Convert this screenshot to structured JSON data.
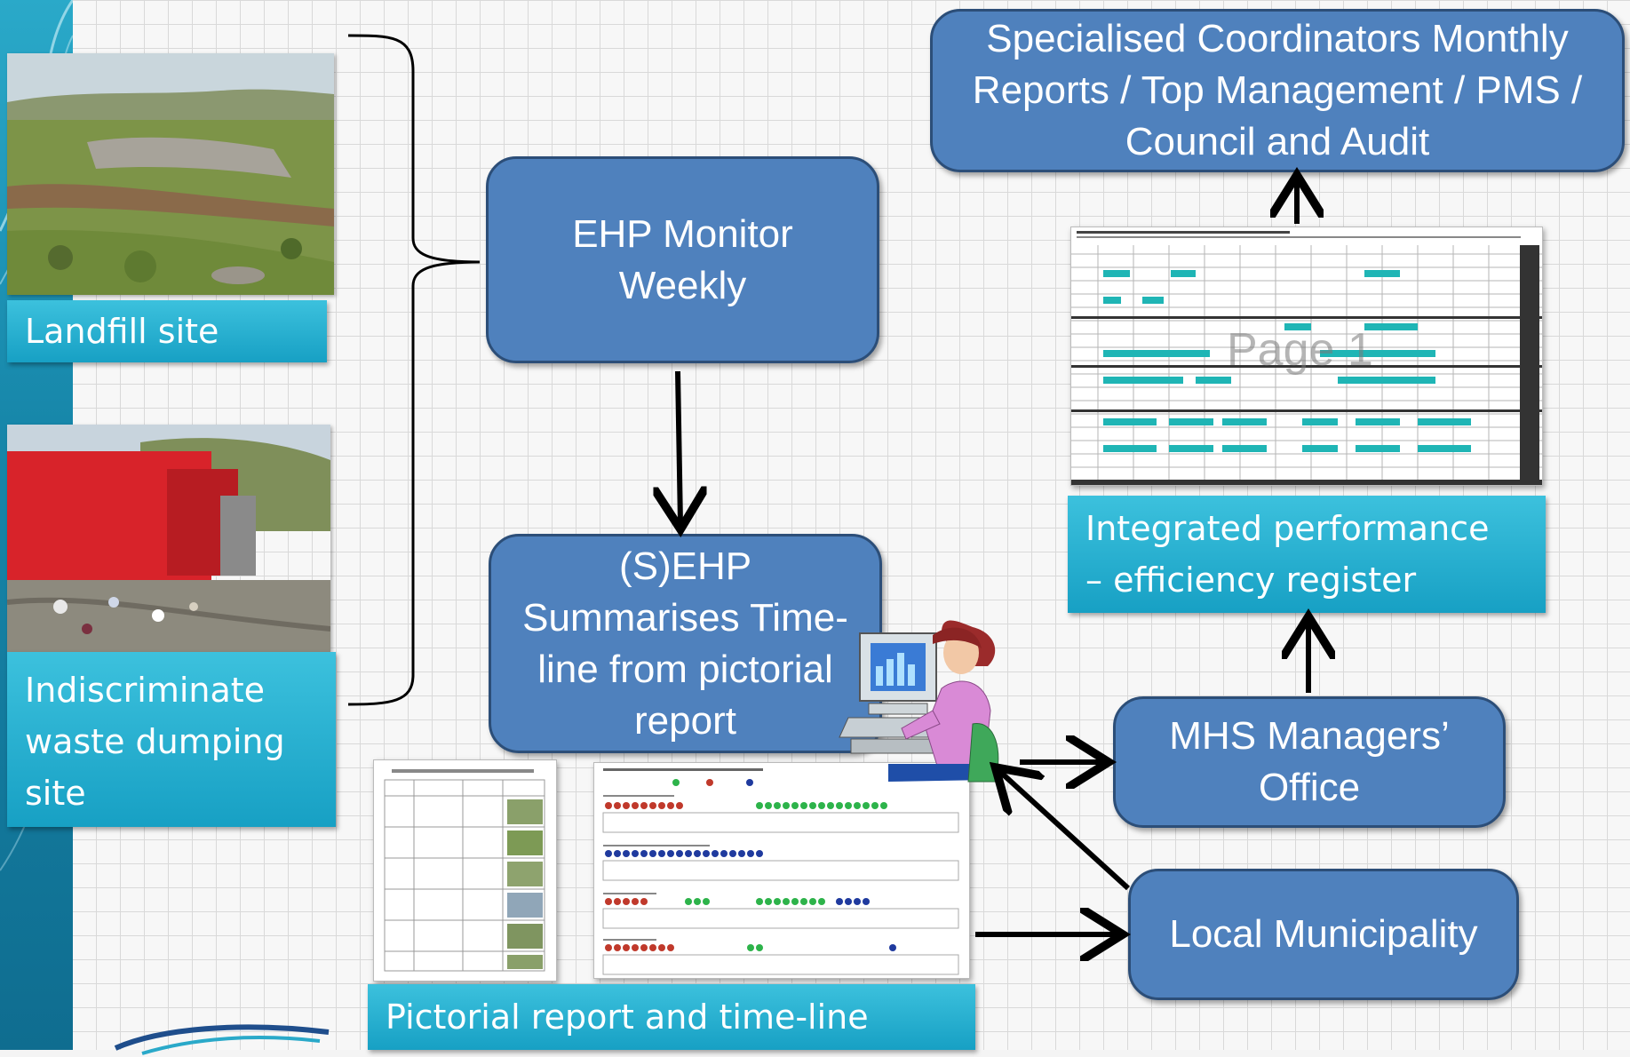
{
  "boxes": {
    "top_reports": "Specialised Coordinators Monthly Reports / Top Management / PMS / Council and Audit",
    "ehp_monitor": "EHP Monitor Weekly",
    "sehp_summarises": "(S)EHP Summarises Time-line from pictorial report",
    "mhs_managers": "MHS Managers’ Office",
    "local_municipality": "Local Municipality"
  },
  "captions": {
    "landfill": "Landfill site",
    "dumping": "Indiscriminate waste dumping site",
    "pictorial": "Pictorial report and time-line",
    "register": "Integrated performance – efficiency register"
  },
  "register_watermark": "Page 1",
  "colors": {
    "box_fill": "#4f81bd",
    "box_border": "#2c4e78",
    "caption_fill": "#17a0c4",
    "accent_band": "#1787aa"
  }
}
